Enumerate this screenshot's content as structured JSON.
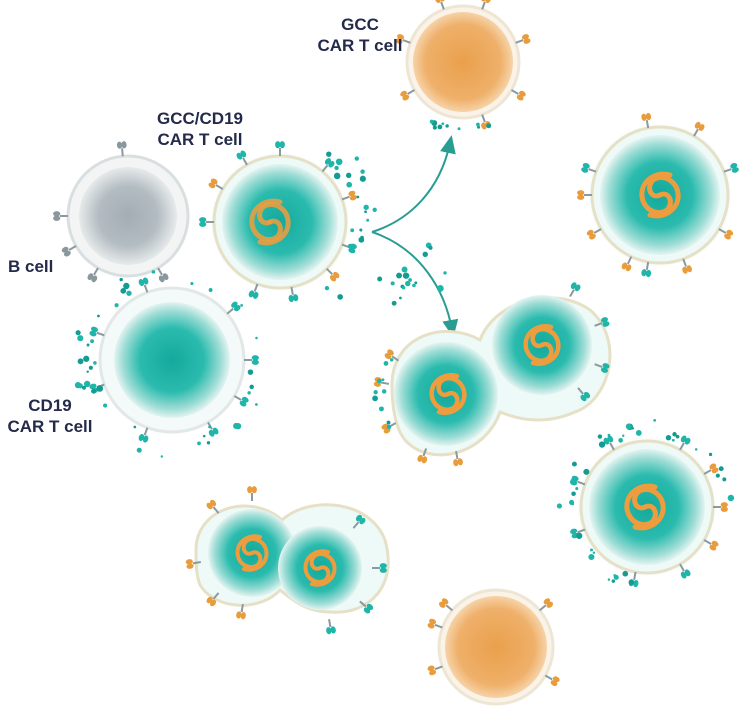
{
  "labels": {
    "gcc_cart": [
      "GCC",
      "CAR T cell"
    ],
    "dual_cart": [
      "GCC/CD19",
      "CAR T cell"
    ],
    "b_cell": "B cell",
    "cd19_cart": [
      "CD19",
      "CAR T cell"
    ]
  },
  "colors": {
    "teal": "#1fb5a8",
    "teal_dark": "#139c91",
    "orange": "#e99c3b",
    "orange_cell": "#edac62",
    "grey_cell": "#aab4ba",
    "membrane": "#f2f0e2",
    "arrow": "#2a9d92",
    "text": "#232a4a"
  }
}
